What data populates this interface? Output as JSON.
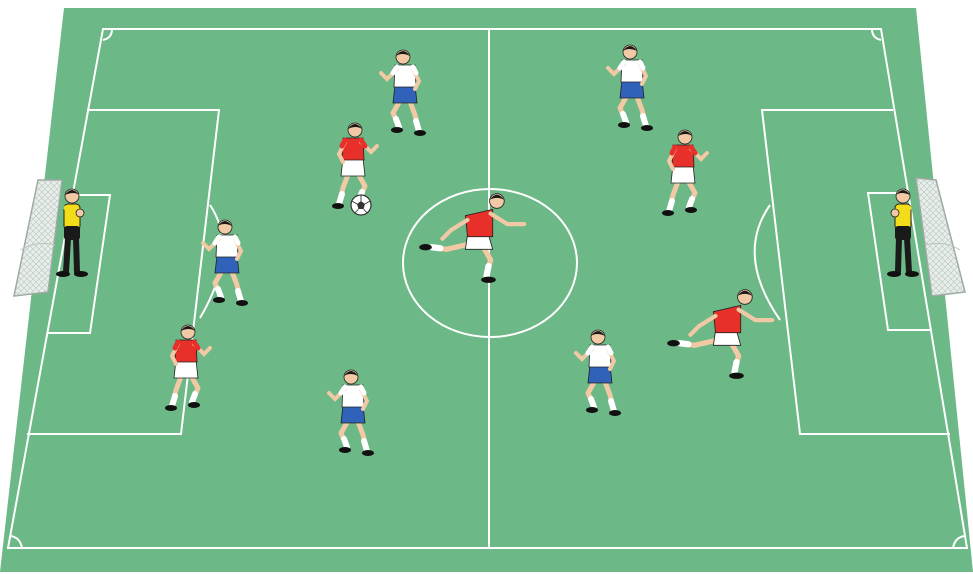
{
  "scene": {
    "description_free": true,
    "colors": {
      "pitch": "#6cb887",
      "pitch_edge": "#5aa576",
      "lines": "#ffffff",
      "team_red_shirt": "#e8302a",
      "team_red_shorts": "#ffffff",
      "team_blue_shirt": "#ffffff",
      "team_blue_shorts": "#2f62b8",
      "goalkeeper_shirt": "#f3dc1a",
      "goalkeeper_shorts": "#1a1a1a",
      "skin": "#f1c9a5",
      "hair": "#1a1a1a",
      "net": "#e6ece8"
    },
    "players": [
      {
        "name": "goalkeeper-left",
        "team": "goalkeeper"
      },
      {
        "name": "goalkeeper-right",
        "team": "goalkeeper"
      },
      {
        "name": "red-player-center-kickoff",
        "team": "red"
      },
      {
        "name": "red-player-with-ball",
        "team": "red"
      },
      {
        "name": "red-player-left-defender",
        "team": "red"
      },
      {
        "name": "red-player-right-top",
        "team": "red"
      },
      {
        "name": "red-player-right-attacker",
        "team": "red"
      },
      {
        "name": "blue-player-top-left",
        "team": "blue"
      },
      {
        "name": "blue-player-left-mid",
        "team": "blue"
      },
      {
        "name": "blue-player-bottom-left",
        "team": "blue"
      },
      {
        "name": "blue-player-top-right",
        "team": "blue"
      },
      {
        "name": "blue-player-bottom-right",
        "team": "blue"
      }
    ],
    "ball": {
      "name": "soccer-ball"
    }
  }
}
